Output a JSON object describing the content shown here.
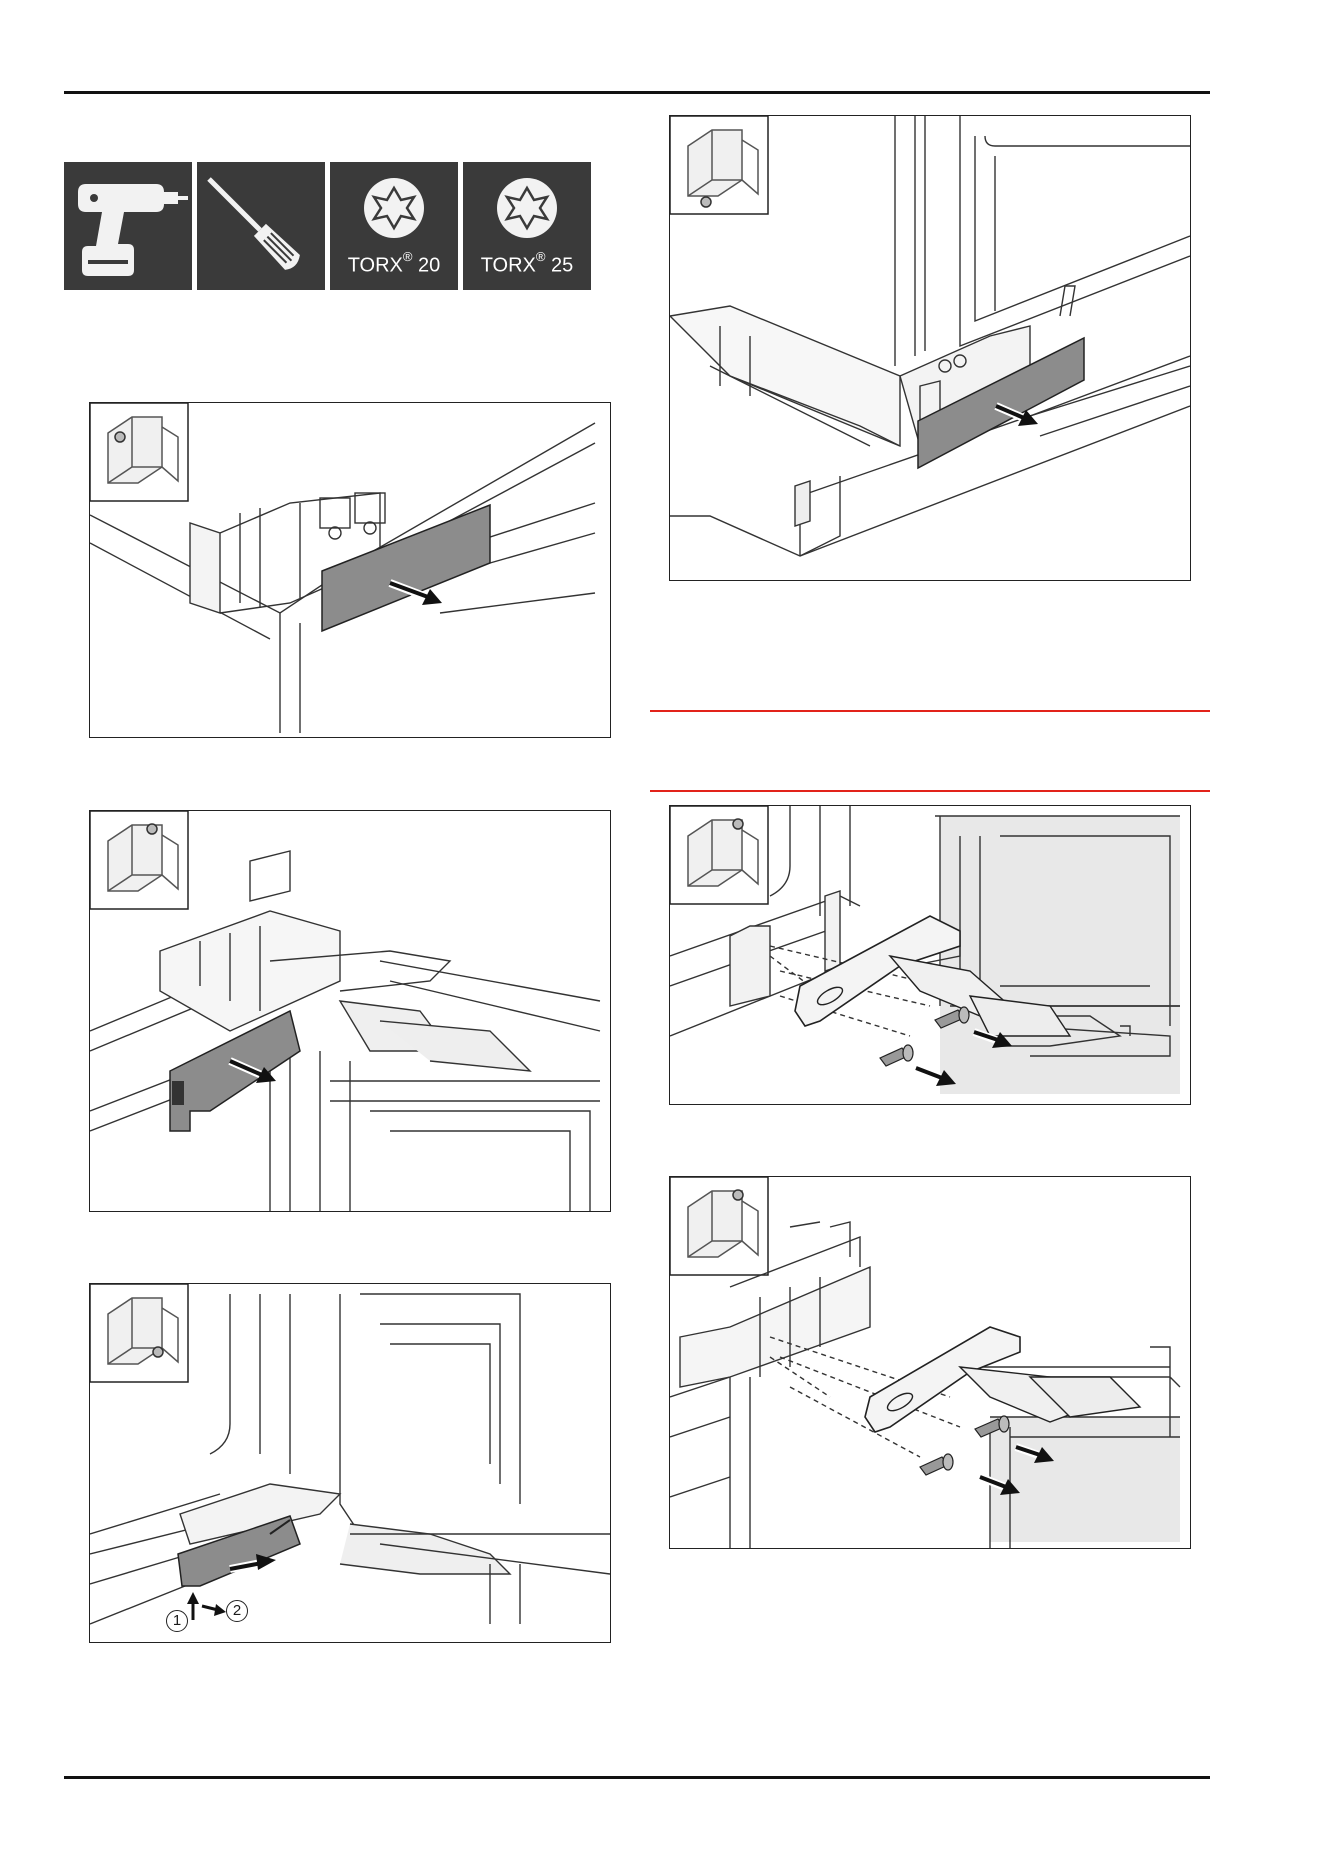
{
  "tools": [
    {
      "name": "cordless-drill"
    },
    {
      "name": "screwdriver"
    },
    {
      "name": "torx-bit",
      "brand": "TORX",
      "mark": "®",
      "size": "20"
    },
    {
      "name": "torx-bit",
      "brand": "TORX",
      "mark": "®",
      "size": "25"
    }
  ],
  "figures": {
    "top_cover_left": {
      "orientation": "top-left"
    },
    "top_cover_right_hinge": {
      "orientation": "top-right"
    },
    "bottom_cover_step": {
      "orientation": "bottom-right",
      "callouts": [
        "1",
        "2"
      ]
    },
    "base_cover": {
      "orientation": "bottom-left"
    },
    "bottom_hinge_removal": {
      "orientation": "top-right"
    },
    "top_hinge_removal": {
      "orientation": "top-right"
    }
  },
  "colors": {
    "warning_rule": "#e2231a",
    "icon_bg": "#3a3a3a",
    "cover_fill": "#8c8c8c"
  }
}
